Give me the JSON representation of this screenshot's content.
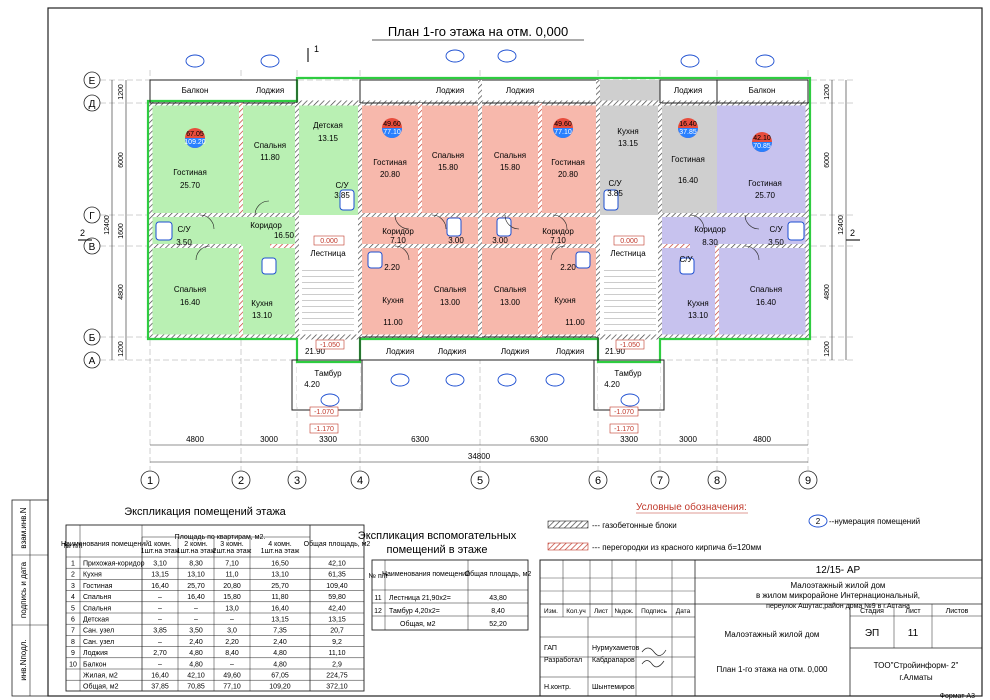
{
  "title": "План 1-го этажа на отм. 0,000",
  "axes_letters": [
    "Е",
    "Д",
    "Г",
    "В",
    "Б",
    "А"
  ],
  "axes_numbers": [
    "1",
    "2",
    "3",
    "4",
    "5",
    "6",
    "7",
    "8",
    "9"
  ],
  "top_dims": [
    "1200",
    "6000",
    "1600",
    "4800",
    "1200"
  ],
  "side_total": "12400",
  "bottom_dims": [
    "4800",
    "3000",
    "3300",
    "6300",
    "6300",
    "3300",
    "3000",
    "4800"
  ],
  "bottom_total": "34800",
  "section_mark": "1",
  "section_mark2": "2",
  "rooms": {
    "balkon": "Балкон",
    "lodzhia": "Лоджия",
    "gostinaya": "Гостиная",
    "spalnya": "Спальня",
    "kuhnya": "Кухня",
    "detskaya": "Детская",
    "koridor": "Коридор",
    "su": "С/У",
    "lestnica": "Лестница",
    "tambur": "Тамбур",
    "a_25_70": "25.70",
    "a_11_80": "11.80",
    "a_13_15": "13.15",
    "a_3_85": "3.85",
    "a_16_50": "16.50",
    "a_3_50": "3.50",
    "a_16_40": "16.40",
    "a_13_10": "13.10",
    "a_20_80": "20.80",
    "a_15_80": "15.80",
    "a_7_10": "7.10",
    "a_3_00": "3.00",
    "a_2_20": "2.20",
    "a_11_00": "11.00",
    "a_13_00": "13.00",
    "a_8_30": "8.30",
    "a_21_90": "21.90",
    "a_4_20": "4.20",
    "lev_0": "0.000",
    "lev_1050": "-1.050",
    "lev_1070": "-1.070",
    "lev_1170": "-1.170",
    "apt1_tot": "67.05",
    "apt1_liv": "109.20",
    "apt2_tot": "49.60",
    "apt2_liv": "77.10",
    "apt3_tot": "16.40",
    "apt3_liv": "37.85",
    "apt4_tot": "42.10",
    "apt4_liv": "70.85"
  },
  "explication": {
    "title": "Экспликация помещений этажа",
    "col_num": "№ п/п",
    "col_name": "Наименования помещений",
    "col_area": "Площадь по квартирам, м2.",
    "col_total": "Общая площадь, м2",
    "sub": [
      "1 комн. 1шт.на этаж",
      "2 комн. 1шт.на этаж",
      "3 комн. 2шт.на этаж",
      "4 комн. 1шт.на этаж"
    ],
    "rows": [
      [
        "1",
        "Прихожая-коридор",
        "3,10",
        "8,30",
        "7,10",
        "16,50",
        "42,10"
      ],
      [
        "2",
        "Кухня",
        "13,15",
        "13,10",
        "11,0",
        "13,10",
        "61,35"
      ],
      [
        "3",
        "Гостиная",
        "16,40",
        "25,70",
        "20,80",
        "25,70",
        "109,40"
      ],
      [
        "4",
        "Спальня",
        "–",
        "16,40",
        "15,80",
        "11,80",
        "59,80"
      ],
      [
        "5",
        "Спальня",
        "–",
        "–",
        "13,0",
        "16,40",
        "42,40"
      ],
      [
        "6",
        "Детская",
        "–",
        "–",
        "–",
        "13,15",
        "13,15"
      ],
      [
        "7",
        "Сан. узел",
        "3,85",
        "3,50",
        "3,0",
        "7,35",
        "20,7"
      ],
      [
        "8",
        "Сан. узел",
        "–",
        "2,40",
        "2,20",
        "2,40",
        "9,2"
      ],
      [
        "9",
        "Лоджия",
        "2,70",
        "4,80",
        "8,40",
        "4,80",
        "11,10"
      ],
      [
        "10",
        "Балкон",
        "–",
        "4,80",
        "–",
        "4,80",
        "2,9"
      ],
      [
        "",
        "Жилая, м2",
        "16,40",
        "42,10",
        "49,60",
        "67,05",
        "224,75"
      ],
      [
        "",
        "Общая, м2",
        "37,85",
        "70,85",
        "77,10",
        "109,20",
        "372,10"
      ]
    ]
  },
  "aux": {
    "title1": "Экспликация вспомогательных",
    "title2": "помещений в этаже",
    "col_num": "№ п/п",
    "col_name": "Наименования помещений",
    "col_total": "Общая площадь, м2",
    "rows": [
      [
        "11",
        "Лестница  21,90х2=",
        "43,80"
      ],
      [
        "12",
        "Тамбур  4,20х2=",
        "8,40"
      ],
      [
        "",
        "Общая, м2",
        "52,20"
      ]
    ]
  },
  "legend": {
    "title": "Условные обозначения:",
    "item1": "--- газобетонные блоки",
    "item2": "--- перегородки из красного кирпича б=120мм",
    "item3": "--нумерация помещений",
    "num": "2"
  },
  "stamp": {
    "code": "12/15- АР",
    "desc1": "Малоэтажный жилой дом",
    "desc2": "в жилом микрорайоне Интернациональный,",
    "desc3": "переулок Ашутас,район дома №9 в г.Астана",
    "heads": [
      "Изм.",
      "Кол.уч",
      "Лист",
      "№док.",
      "Подпись",
      "Дата"
    ],
    "building": "Малоэтажный жилой дом",
    "stage_h": "Стадия",
    "sheet_h": "Лист",
    "sheets_h": "Листов",
    "stage": "ЭП",
    "sheet": "11",
    "people": [
      [
        "ГАП",
        "Нурмухаметов"
      ],
      [
        "Разработал",
        "Кабдрапаров"
      ],
      [
        "",
        ""
      ],
      [
        "Н.контр.",
        "Шынтемиров"
      ]
    ],
    "sheet_name": "План 1-го этажа на отм. 0,000",
    "org1": "ТОО\"Стройинформ- 2\"",
    "org2": "г.Алматы"
  },
  "side_labels": [
    "взам.инв.N",
    "подпись и дата",
    "инв.Nподл."
  ],
  "format": "Формат А3"
}
